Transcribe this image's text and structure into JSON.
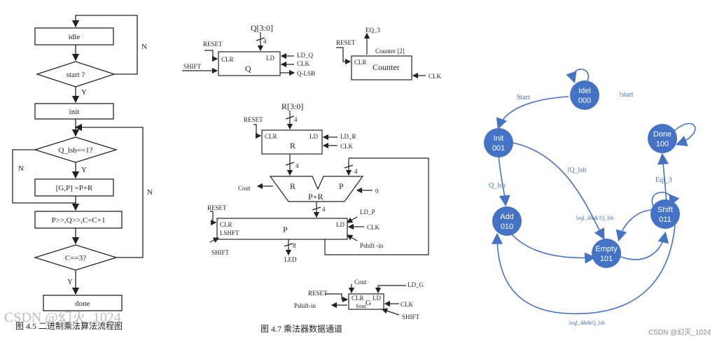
{
  "flowchart": {
    "idle": "idle",
    "start": "start ?",
    "init": "init",
    "qlsb": "Q_lsb==1?",
    "add": "[G,P] =P+R",
    "shift": "P>>,Q>>,C=C+1",
    "ceq": "C==3?",
    "done": "done",
    "y1": "Y",
    "y2": "Y",
    "y3": "Y",
    "n1": "N",
    "n2": "N",
    "n3": "N",
    "caption": "图 4.5  二进制乘法算法流程图",
    "watermark": "CSDN @幻灭_1024"
  },
  "datapath": {
    "q_in": "Q[3:0]",
    "q_w": "4",
    "q_reset": "RESET",
    "q_clr": "CLR",
    "q_ld": "LD",
    "q_name": "Q",
    "q_shift": "SHIFT",
    "q_ldq": "LD_Q",
    "q_clk": "CLK",
    "q_lsb": "Q-LSB",
    "c_eq": "EQ_3",
    "c_reset": "RESET",
    "c_clr": "CLR",
    "c_name": "Counter",
    "c_bits": "Counter [2]",
    "c_clk": "CLK",
    "r_in": "R[3:0]",
    "r_w": "4",
    "r_reset": "RESET",
    "r_clr": "CLR",
    "r_ld": "LD",
    "r_name": "R",
    "r_ldr": "LD_R",
    "r_clk": "CLK",
    "w4a": "4",
    "w4b": "4",
    "alu_r": "R",
    "alu_p": "P",
    "alu_sum": "P+R",
    "cout": "Cout",
    "zero": "0",
    "w4c": "4",
    "p_reset": "RESET",
    "p_clr": "CLR",
    "p_lshft": "LSHFT",
    "p_name": "P",
    "p_ld": "LD",
    "p_shift": "SHIFT",
    "p_ldp": "LD_P",
    "p_clk": "CLK",
    "p_pshift": "Pshift -in",
    "w8": "8",
    "led": "LED",
    "g_reset": "RESET",
    "g_cout": "Cout",
    "g_ldg": "LD_G",
    "g_clr": "CLR",
    "g_ld": "LD",
    "g_name": "G",
    "g_sout": "Sout",
    "g_pshift": "Pshift-in",
    "g_clk": "CLK",
    "g_shift": "SHIFT",
    "caption": "图 4.7  乘法器数据通道"
  },
  "fsm": {
    "node_color": "#4472C4",
    "edge_color": "#4472C4",
    "states": [
      {
        "name": "Idel",
        "code": "000"
      },
      {
        "name": "Init",
        "code": "001"
      },
      {
        "name": "Add",
        "code": "010"
      },
      {
        "name": "Empty",
        "code": "101"
      },
      {
        "name": "Shift",
        "code": "011"
      },
      {
        "name": "Done",
        "code": "100"
      }
    ],
    "edges": {
      "start": "Start",
      "notstart": "!start",
      "qlsb": "Q_lsb",
      "notqlsb": "!Q_lsb",
      "eql3": "Eql_3",
      "noteq_notq": "!eql_4&&!Q_lsb",
      "noteq_q": "!eql_4&&Q_lsb"
    },
    "watermark": "CSDN @幻灭_1024"
  }
}
